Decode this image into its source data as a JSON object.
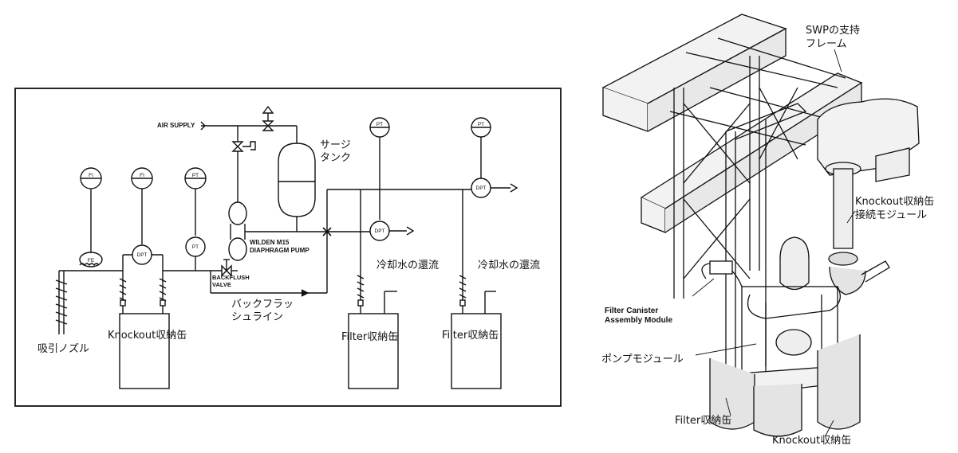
{
  "schematic": {
    "labels": {
      "air_supply": "AIR SUPPLY",
      "surge_tank": "サージ\nタンク",
      "wilden_pump": "WILDEN M15\nDIAPHRAGM PUMP",
      "backflush_valve": "BACKFLUSH\nVALVE",
      "backflush_line": "バックフラッ\nシュライン",
      "cooling_return_1": "冷却水の還流",
      "cooling_return_2": "冷却水の還流",
      "suction_nozzle": "吸引ノズル",
      "knockout_canister": "Knockout収納缶",
      "filter_canister_1": "Filter収納缶",
      "filter_canister_2": "Filter収納缶"
    },
    "instruments": {
      "fi": "FI",
      "fe": "FE",
      "pt": "PT",
      "dpt": "DPT"
    }
  },
  "isometric": {
    "labels": {
      "swp_frame": "SWPの支持\nフレーム",
      "knockout_connect": "Knockout収納缶\n接続モジュール",
      "filter_assembly": "Filter Canister\nAssembly Module",
      "pump_module": "ポンプモジュール",
      "filter_canister": "Filter収納缶",
      "knockout_canister": "Knockout収納缶"
    }
  },
  "colors": {
    "line": "#111111",
    "frame_fill": "#f2f2f2",
    "canister_fill": "#e4e4e4"
  }
}
